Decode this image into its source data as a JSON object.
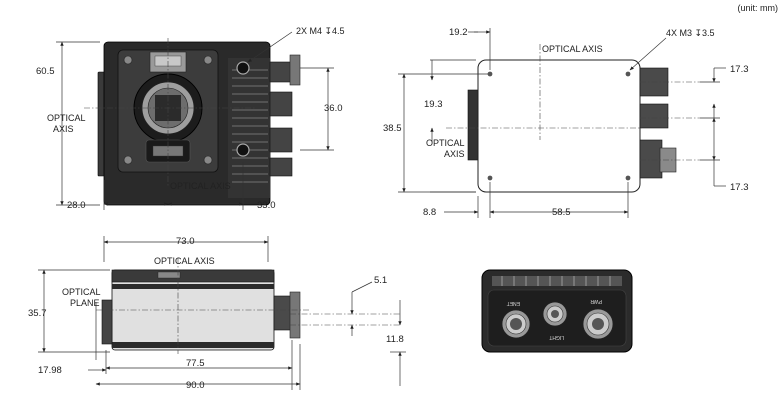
{
  "unit_label": "(unit: mm)",
  "front_view": {
    "dim_height": "60.5",
    "dim_connector_spacing": "36.0",
    "dim_left_offset": "28.0",
    "dim_right_offset": "33.0",
    "label_optical_axis_left": "OPTICAL\nAXIS",
    "label_optical_axis_bottom": "OPTICAL AXIS",
    "callout_mount_holes": "2X M4 ↧4.5"
  },
  "side_view": {
    "dim_top_offset": "19.2",
    "dim_axis_height": "19.3",
    "dim_height": "38.5",
    "dim_bottom_left": "8.8",
    "dim_bottom_width": "58.5",
    "dim_connector_top": "17.3",
    "dim_connector_bottom": "17.3",
    "label_optical_axis_top": "OPTICAL AXIS",
    "label_optical_axis_left": "OPTICAL\nAXIS",
    "callout_mount_holes": "4X M3 ↧3.5"
  },
  "top_view": {
    "dim_width": "73.0",
    "dim_height": "35.7",
    "dim_plane": "17.98",
    "dim_length_1": "77.5",
    "dim_length_2": "90.0",
    "dim_conn_offset": "5.1",
    "dim_conn_height": "11.8",
    "label_optical_axis": "OPTICAL AXIS",
    "label_optical_plane": "OPTICAL\nPLANE"
  },
  "rear_view": {
    "connector_labels": [
      "ENET",
      "LIGHT",
      "PWR"
    ]
  }
}
